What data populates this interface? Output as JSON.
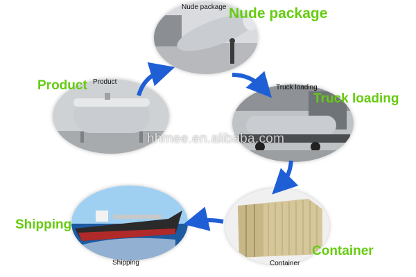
{
  "stages": {
    "product": {
      "caption": "Product",
      "label": "Product"
    },
    "nude_package": {
      "caption": "Nude package",
      "label": "Nude package"
    },
    "truck_loading": {
      "caption": "Truck loading",
      "label": "Truck loading"
    },
    "container": {
      "caption": "Container",
      "label": "Container"
    },
    "shipping": {
      "caption": "Shipping",
      "label": "Shipping"
    }
  },
  "watermark": "hhmee.en.alibaba.com",
  "colors": {
    "label_green": "#66cc11",
    "arrow_blue": "#1f5fd6",
    "tank_silver": "#c9ccd0",
    "container_tan": "#d6c79a",
    "ship_hull": "#2a2a2a",
    "sea_blue": "#1e5aa0"
  },
  "icons": {
    "flow_arrow": "curved-arrow-icon"
  }
}
